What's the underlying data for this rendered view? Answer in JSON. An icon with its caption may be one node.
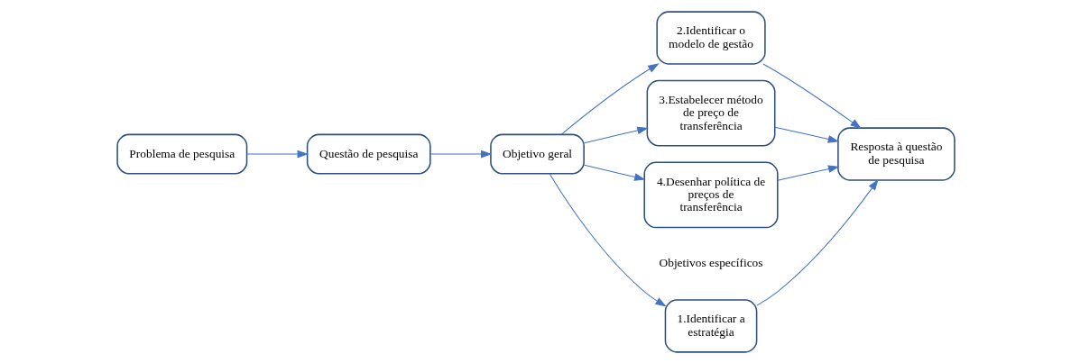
{
  "diagram": {
    "nodes": [
      {
        "text": [
          "Problema de pesquisa"
        ]
      },
      {
        "text": [
          "Questão de pesquisa"
        ]
      },
      {
        "text": [
          "Objetivo geral"
        ]
      },
      {
        "text": [
          "1.Identificar a estratégia"
        ]
      },
      {
        "text": [
          "2.Identificar o modelo de gestão"
        ]
      },
      {
        "text": [
          "3.Estabelecer método de preço de transferência"
        ]
      },
      {
        "text": [
          "4.Desenhar política de preços de transferência"
        ]
      },
      {
        "text": [
          "Resposta à questão de pesquisa"
        ]
      }
    ],
    "edges": [
      {
        "from": 0,
        "to": 1,
        "arrow": "to"
      },
      {
        "from": 1,
        "to": 2,
        "arrow": "to"
      },
      {
        "from": 2,
        "to": 3,
        "arrow": "to"
      },
      {
        "from": 2,
        "to": 4,
        "arrow": "to"
      },
      {
        "from": 2,
        "to": 5,
        "arrow": "to"
      },
      {
        "from": 2,
        "to": 6,
        "arrow": "to"
      },
      {
        "from": 3,
        "to": 7,
        "arrow": "to"
      },
      {
        "from": 4,
        "to": 7,
        "arrow": "to"
      },
      {
        "from": 5,
        "to": 7,
        "arrow": "to"
      },
      {
        "from": 6,
        "to": 7,
        "arrow": "to"
      }
    ],
    "labels": [
      "Objetivos específicos"
    ]
  }
}
